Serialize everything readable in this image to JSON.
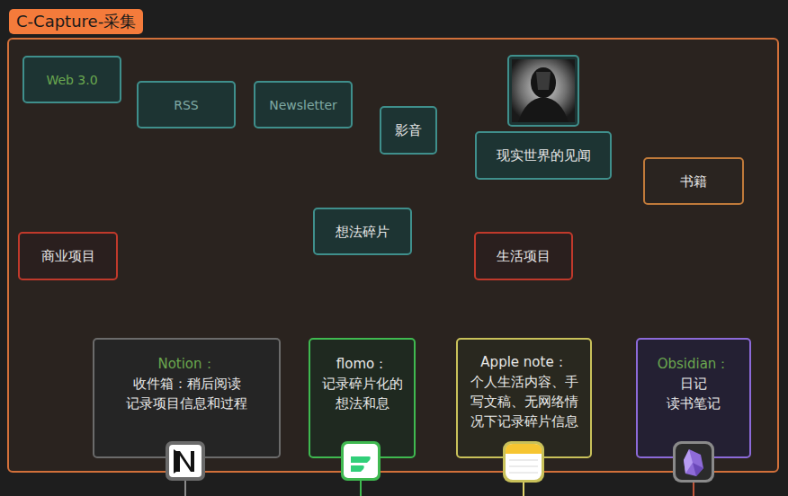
{
  "diagram": {
    "nodes": [
      {
        "text": [
          "C-Capture-采集"
        ]
      },
      {
        "text": [
          "Web 3.0"
        ],
        "in": 0
      },
      {
        "text": [
          "RSS"
        ],
        "in": 0
      },
      {
        "text": [
          "Newsletter"
        ],
        "in": 0
      },
      {
        "text": [
          "影音"
        ],
        "in": 0
      },
      {
        "text": [
          "现实世界的见闻"
        ],
        "in": 0
      },
      {
        "text": [
          "书籍"
        ],
        "in": 0
      },
      {
        "text": [
          "想法碎片"
        ],
        "in": 0
      },
      {
        "text": [
          "商业项目"
        ],
        "in": 0
      },
      {
        "text": [
          "生活项目"
        ],
        "in": 0
      },
      {
        "text": [
          "Notion：",
          "收件箱：稍后阅读 记录项目信息和过程"
        ],
        "in": 0
      },
      {
        "text": [
          "flomo：",
          "记录碎片化的想法和息"
        ],
        "in": 0
      },
      {
        "text": [
          "Apple note：",
          "个人生活内容、手写文稿、无网络情况下记录碎片信息"
        ],
        "in": 0
      },
      {
        "text": [
          "Obsidian：",
          "日记 读书笔记"
        ],
        "in": 0
      }
    ],
    "edges": [
      {
        "from": 1,
        "to": 10,
        "arrow": "to"
      },
      {
        "from": 2,
        "to": 10,
        "arrow": "to"
      },
      {
        "from": 3,
        "to": 10,
        "arrow": "to"
      },
      {
        "from": 8,
        "to": 10,
        "arrow": "to"
      },
      {
        "from": 4,
        "to": 7,
        "arrow": "to"
      },
      {
        "from": 5,
        "to": 7,
        "arrow": "to"
      },
      {
        "from": 7,
        "to": 11,
        "arrow": "to"
      },
      {
        "from": 7,
        "to": 12,
        "arrow": "to"
      },
      {
        "from": 9,
        "to": 12,
        "arrow": "to"
      },
      {
        "from": 6,
        "to": 13,
        "arrow": "to"
      },
      {
        "from": 10,
        "to": 11,
        "arrow": "to"
      },
      {
        "from": 11,
        "to": 12,
        "arrow": "to"
      },
      {
        "from": 12,
        "to": 13,
        "arrow": "to"
      }
    ]
  }
}
